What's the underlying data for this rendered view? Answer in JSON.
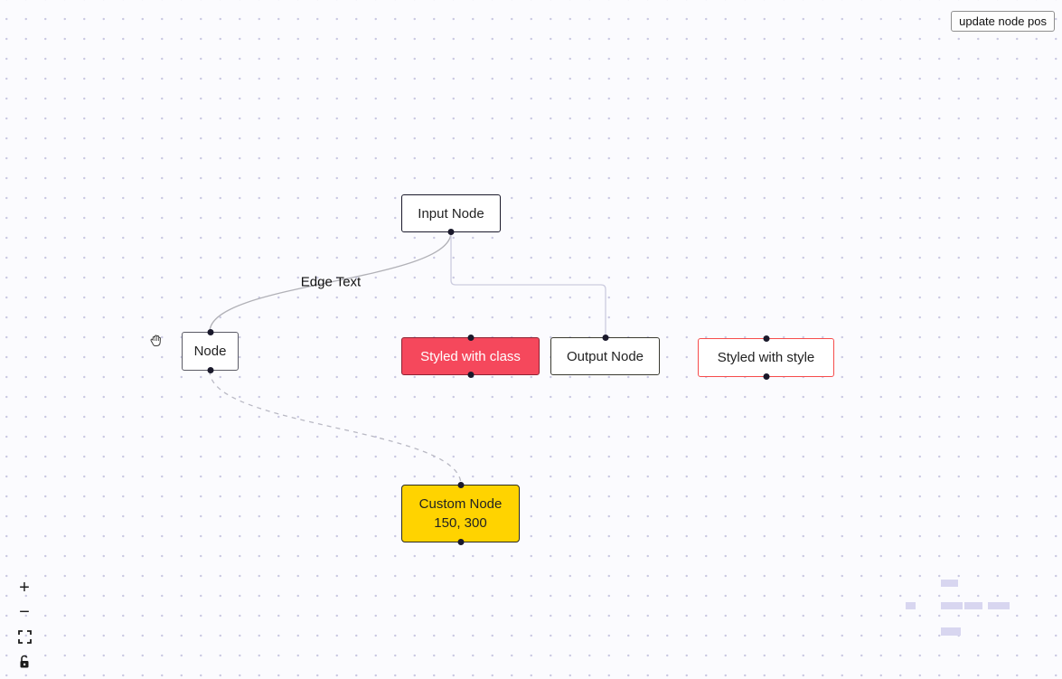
{
  "toolbar": {
    "update_button_label": "update node pos"
  },
  "nodes": {
    "input": {
      "label": "Input Node"
    },
    "plain": {
      "label": "Node"
    },
    "styled_class": {
      "label": "Styled with class",
      "bg": "#f5485c",
      "text_color": "#ffffff"
    },
    "output": {
      "label": "Output Node"
    },
    "styled_style": {
      "label": "Styled with style",
      "border_color": "#f64c4c"
    },
    "custom": {
      "line1": "Custom Node",
      "line2": "150, 300",
      "bg": "#ffd300"
    }
  },
  "edges": {
    "label": "Edge Text",
    "default_color": "#b1b1b7",
    "step_color": "#ccccdf",
    "dashed": true
  },
  "controls": {
    "zoom_in_label": "+",
    "zoom_out_label": "−",
    "fit_view_icon": "fit-view",
    "interactivity_icon": "unlock"
  },
  "canvas": {
    "background": "#fbfbfe",
    "dot_color": "#c9c8e2"
  },
  "minimap": {
    "node_color": "#d8d6f0"
  }
}
